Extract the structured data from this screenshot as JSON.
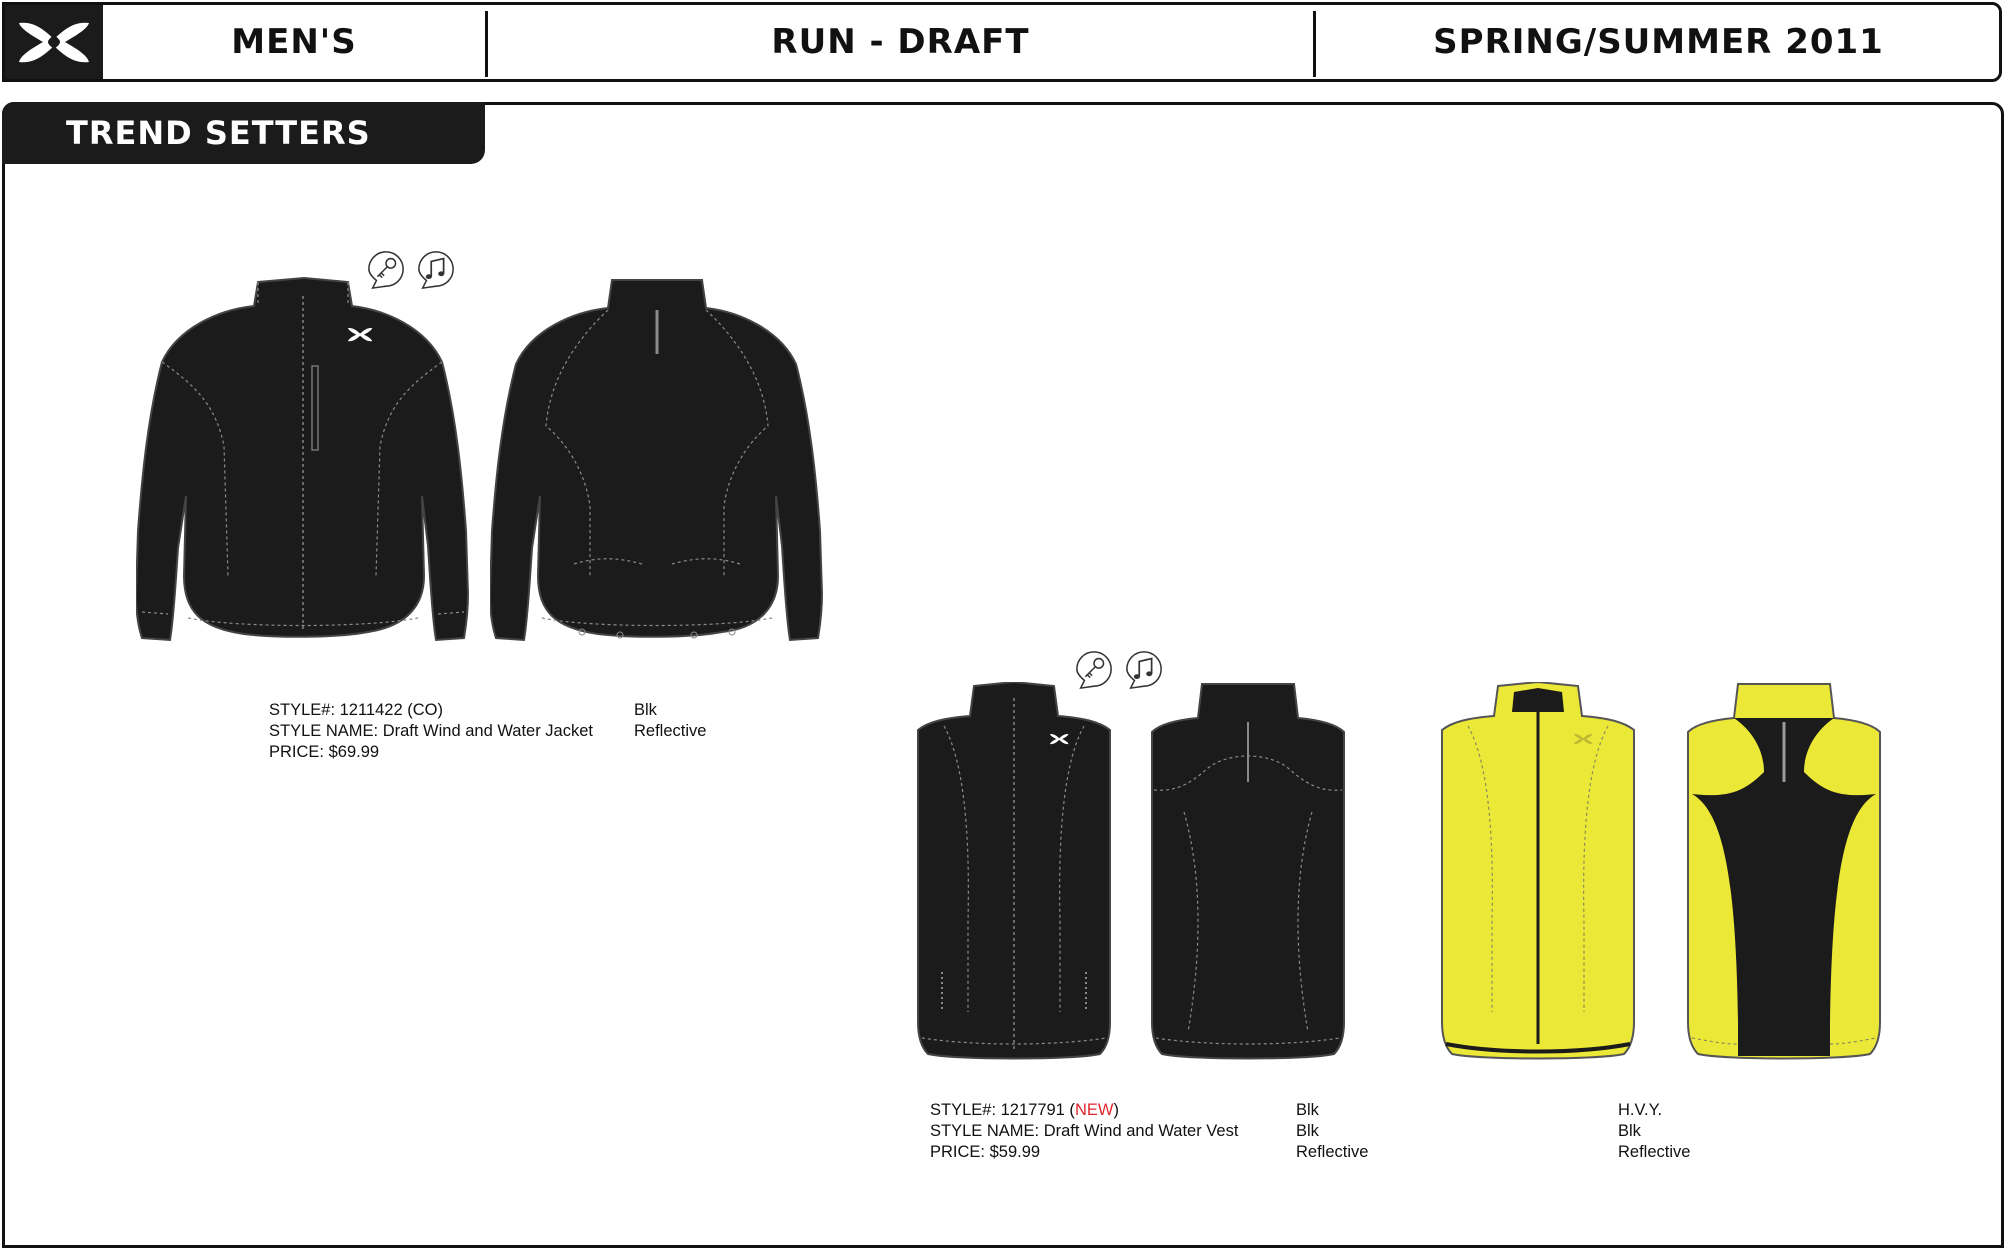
{
  "header": {
    "gender": "MEN'S",
    "collection": "RUN - DRAFT",
    "season": "SPRING/SUMMER 2011"
  },
  "section": {
    "title": "TREND SETTERS"
  },
  "colors": {
    "black": "#1b1b1b",
    "yellow": "#ece837",
    "new_red": "#e0262b",
    "stitch": "#8a8a8a"
  },
  "products": [
    {
      "style_label": "STYLE#: 1211422 (CO)",
      "name_label": "STYLE NAME: Draft Wind and Water Jacket",
      "price_label": "PRICE: $69.99",
      "colorways": [
        {
          "lines": [
            "Blk",
            "Reflective"
          ]
        }
      ],
      "feature_icons": [
        "key-icon",
        "music-note-icon"
      ]
    },
    {
      "style_prefix": "STYLE#: 1217791 (",
      "style_new": "NEW",
      "style_suffix": ")",
      "name_label": "STYLE NAME: Draft Wind and Water Vest",
      "price_label": "PRICE: $59.99",
      "colorways": [
        {
          "lines": [
            "Blk",
            "Blk",
            "Reflective"
          ]
        },
        {
          "lines": [
            "H.V.Y.",
            "Blk",
            "Reflective"
          ]
        }
      ],
      "feature_icons": [
        "key-icon",
        "music-note-icon"
      ]
    }
  ]
}
